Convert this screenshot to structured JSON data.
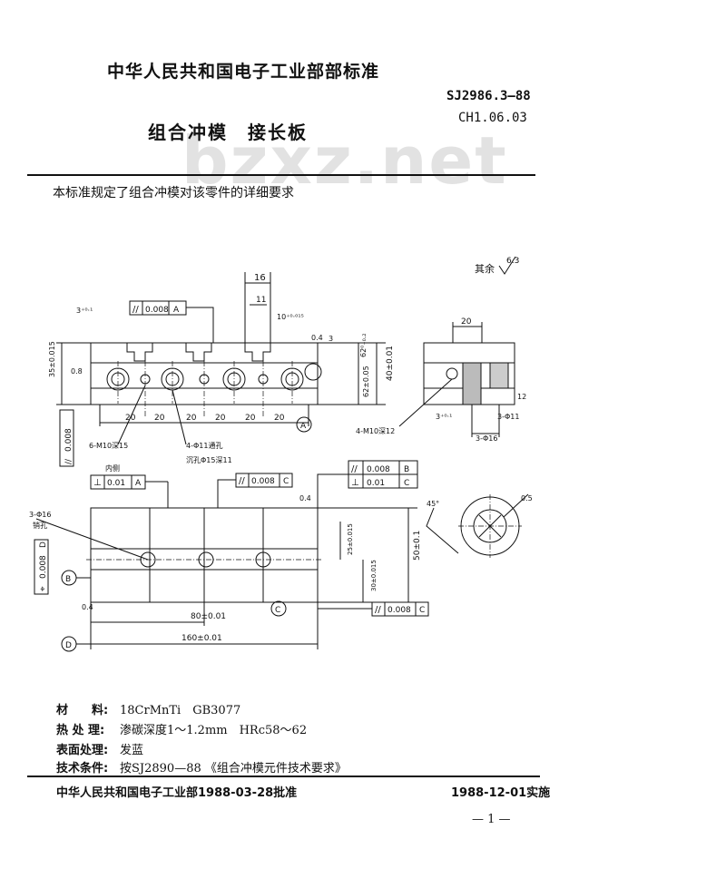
{
  "header": {
    "organization_standard": "中华人民共和国电子工业部部标准",
    "standard_number": "SJ2986.3—88",
    "classification_code": "CH1.06.03",
    "title": "组合冲模　接长板",
    "watermark": "bzxz.net"
  },
  "intro": "本标准规定了组合冲模对该零件的详细要求",
  "drawing": {
    "surface_roughness_rest": "其余",
    "roughness_value": "6.3",
    "front_view": {
      "dim_top_16": "16",
      "dim_11": "11",
      "dim_3": "3",
      "dim_10": "10⁺⁰·⁰¹⁵",
      "dim_3_01": "3⁺⁰·¹",
      "dim_35": "35±0.015",
      "dim_6202": "62⁰₋₀.₂",
      "dim_62_005": "62±0.05",
      "dim_40": "40±0.01",
      "pitch_20": [
        "20",
        "20",
        "20",
        "20",
        "20",
        "20"
      ],
      "tol_parallel_A": "0.008",
      "datum_A": "A",
      "tol_parallel_A_side": "0.008",
      "roughness_04": "0.4",
      "roughness_08": "0.8",
      "note_6_m10": "6-M10深15",
      "note_4_phi11": "4-Φ11通孔",
      "note_counterbore": "沉孔Φ15深11",
      "note_4_m10": "4-M10深12"
    },
    "side_view": {
      "dim_20": "20",
      "dim_3_01": "3⁺⁰·¹",
      "dim_3_phi11": "3-Φ11",
      "dim_3_phi16": "3-Φ16",
      "dim_12": "12"
    },
    "top_view": {
      "tol_perp_A": "0.01",
      "datum_A": "A",
      "tol_parallel_C": "0.008",
      "datum_C": "C",
      "tol_parallel_B": "0.008",
      "datum_B": "B",
      "tol_perp_B": "0.01",
      "datum_perp_B": "C",
      "tol_position_D": "0.008",
      "datum_D": "D",
      "note_3_phi16": "3-Φ16",
      "note_pin": "销孔",
      "dim_80": "80±0.01",
      "dim_160": "160±0.01",
      "dim_50": "50±0.1",
      "dim_25": "25±0.015",
      "dim_30": "30±0.015",
      "tol_parallel_C_bottom": "0.008",
      "datum_C_bottom": "C",
      "datum_C_label": "C",
      "datum_D_label": "D",
      "roughness_04": "0.4"
    },
    "detail_view": {
      "angle_45": "45°",
      "dim_05": "0.5"
    }
  },
  "specs": [
    {
      "label": "材　　料:",
      "value": "18CrMnTi　GB3077"
    },
    {
      "label": "热 处 理:",
      "value": "渗碳深度1～1.2mm　HRc58～62"
    },
    {
      "label": "表面处理:",
      "value": "发蓝"
    },
    {
      "label": "技术条件:",
      "value": "按SJ2890—88 《组合冲模元件技术要求》"
    }
  ],
  "footer": {
    "approval": "中华人民共和国电子工业部1988-03-28批准",
    "effective": "1988-12-01实施",
    "page": "— 1 —"
  }
}
